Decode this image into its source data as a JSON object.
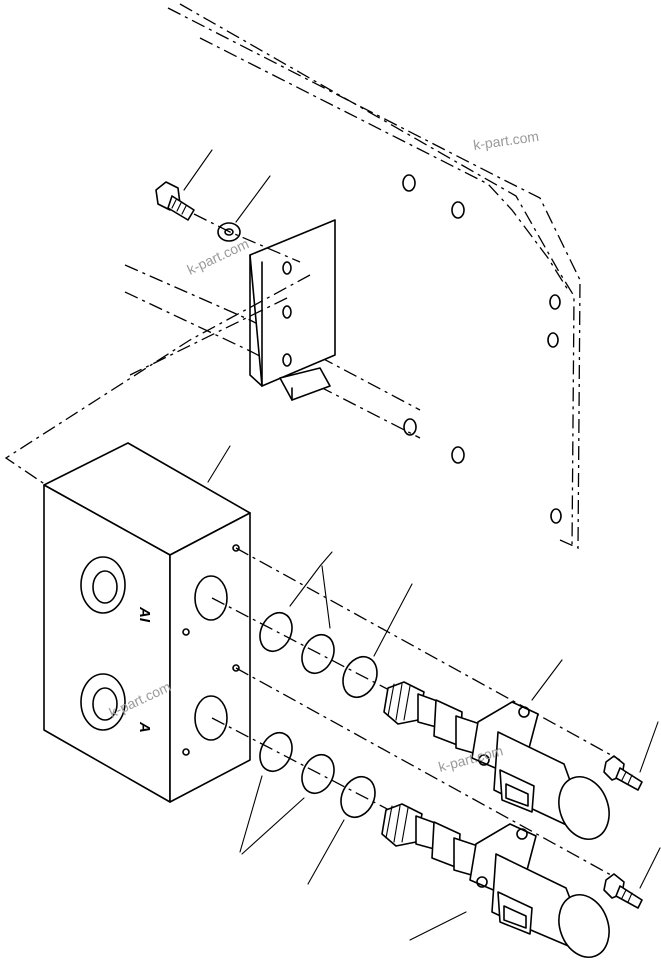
{
  "watermark": {
    "text": "k-part.com"
  },
  "ports": {
    "upper_label": "AI",
    "lower_label": "A"
  }
}
